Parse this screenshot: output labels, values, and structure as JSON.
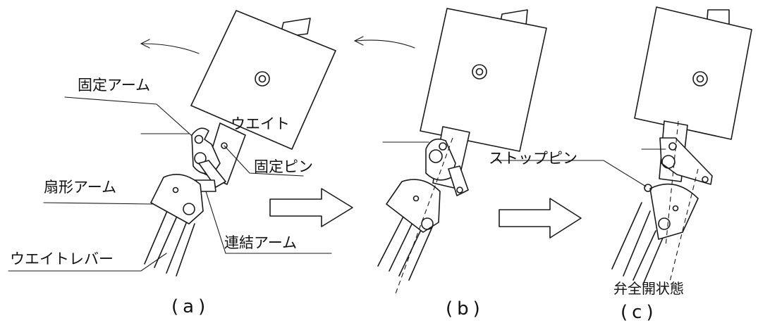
{
  "labels": {
    "fixed_arm": "固定アーム",
    "weight": "ウエイト",
    "fixed_pin": "固定ピン",
    "fan_arm": "扇形アーム",
    "link_arm": "連結アーム",
    "weight_lever": "ウエイトレバー",
    "stop_pin": "ストップピン",
    "valve_fully_open": "弁全開状態"
  },
  "captions": {
    "a": "(a)",
    "b": "(b)",
    "c": "(c)"
  }
}
